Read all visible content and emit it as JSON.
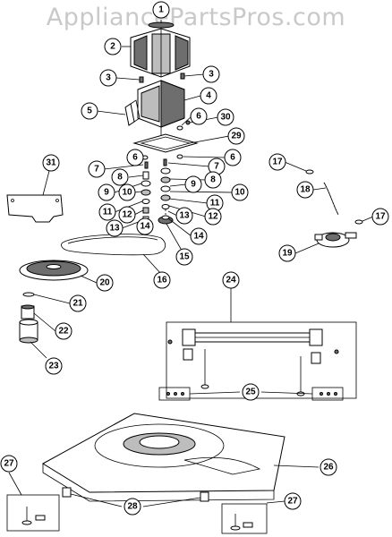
{
  "watermark": "AppliancePartsPros.com",
  "callouts": [
    "1",
    "2",
    "3",
    "3",
    "4",
    "5",
    "6",
    "30",
    "29",
    "6",
    "6",
    "7",
    "7",
    "8",
    "8",
    "9",
    "9",
    "10",
    "10",
    "11",
    "11",
    "12",
    "12",
    "13",
    "13",
    "14",
    "14",
    "15",
    "16",
    "17",
    "17",
    "18",
    "19",
    "20",
    "21",
    "22",
    "23",
    "24",
    "25",
    "26",
    "27",
    "27",
    "28",
    "31"
  ]
}
